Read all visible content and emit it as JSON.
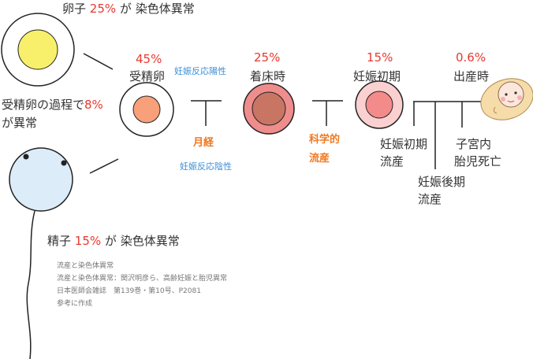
{
  "egg_label": {
    "prefix": "卵子",
    "pct": "25%",
    "suffix": "が 染色体異常"
  },
  "fertilization_label": {
    "line1_prefix": "受精卵の過程で",
    "pct": "8%",
    "line2": "が異常"
  },
  "sperm_label": {
    "prefix": "精子",
    "pct": "15%",
    "suffix": "が 染色体異常"
  },
  "stages": [
    {
      "pct": "45%",
      "name": "受精卵"
    },
    {
      "pct": "25%",
      "name": "着床時"
    },
    {
      "pct": "15%",
      "name": "妊娠初期"
    },
    {
      "pct": "0.6%",
      "name": "出産時"
    }
  ],
  "pregnancy_positive": "妊娠反応陽性",
  "pregnancy_negative": "妊娠反応陰性",
  "menstruation": "月経",
  "chemical_abortion": {
    "line1": "科学的",
    "line2": "流産"
  },
  "outcomes": {
    "early_miscarriage": {
      "line1": "妊娠初期",
      "line2": "流産"
    },
    "late_miscarriage": {
      "line1": "妊娠後期",
      "line2": "流産"
    },
    "fetal_death": {
      "line1": "子宮内",
      "line2": "胎児死亡"
    }
  },
  "source_note": [
    "流産と染色体異常",
    "流産と染色体異常：関沢明彦ら、高齢妊娠と胎児異常",
    "日本医師会雑誌　第139巻・第10号、P2081",
    "参考に作成"
  ],
  "colors": {
    "red": "#e8382f",
    "blue": "#3c8fd8",
    "orange": "#f07820"
  }
}
